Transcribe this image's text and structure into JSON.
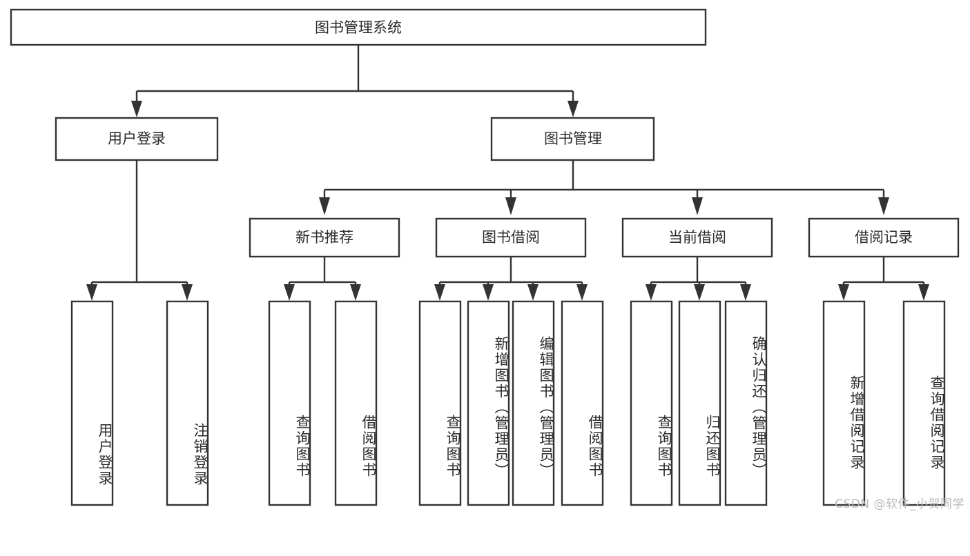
{
  "diagram": {
    "type": "tree-hierarchy-chart",
    "title": "图书管理系统",
    "colors": {
      "box_stroke": "#333333",
      "box_fill": "#ffffff",
      "text": "#2b2b2b",
      "connector": "#333333",
      "watermark": "#b9b9b9",
      "background": "#ffffff"
    },
    "root": {
      "label": "图书管理系统"
    },
    "level2": [
      {
        "label": "用户登录"
      },
      {
        "label": "图书管理"
      }
    ],
    "level3": [
      {
        "label": "新书推荐"
      },
      {
        "label": "图书借阅"
      },
      {
        "label": "当前借阅"
      },
      {
        "label": "借阅记录"
      }
    ],
    "leaves": {
      "user_login": [
        {
          "label": "用户登录"
        },
        {
          "label": "注销登录"
        }
      ],
      "new_book_recommend": [
        {
          "label": "查询图书"
        },
        {
          "label": "借阅图书"
        }
      ],
      "book_borrow": [
        {
          "label": "查询图书"
        },
        {
          "label": "新增图书（管理员）"
        },
        {
          "label": "编辑图书（管理员）"
        },
        {
          "label": "借阅图书"
        }
      ],
      "current_borrow": [
        {
          "label": "查询图书"
        },
        {
          "label": "归还图书"
        },
        {
          "label": "确认归还（管理员）"
        }
      ],
      "borrow_record": [
        {
          "label": "新增借阅记录"
        },
        {
          "label": "查询借阅记录"
        }
      ]
    },
    "watermark": "CSDN @软件_小贺同学"
  }
}
